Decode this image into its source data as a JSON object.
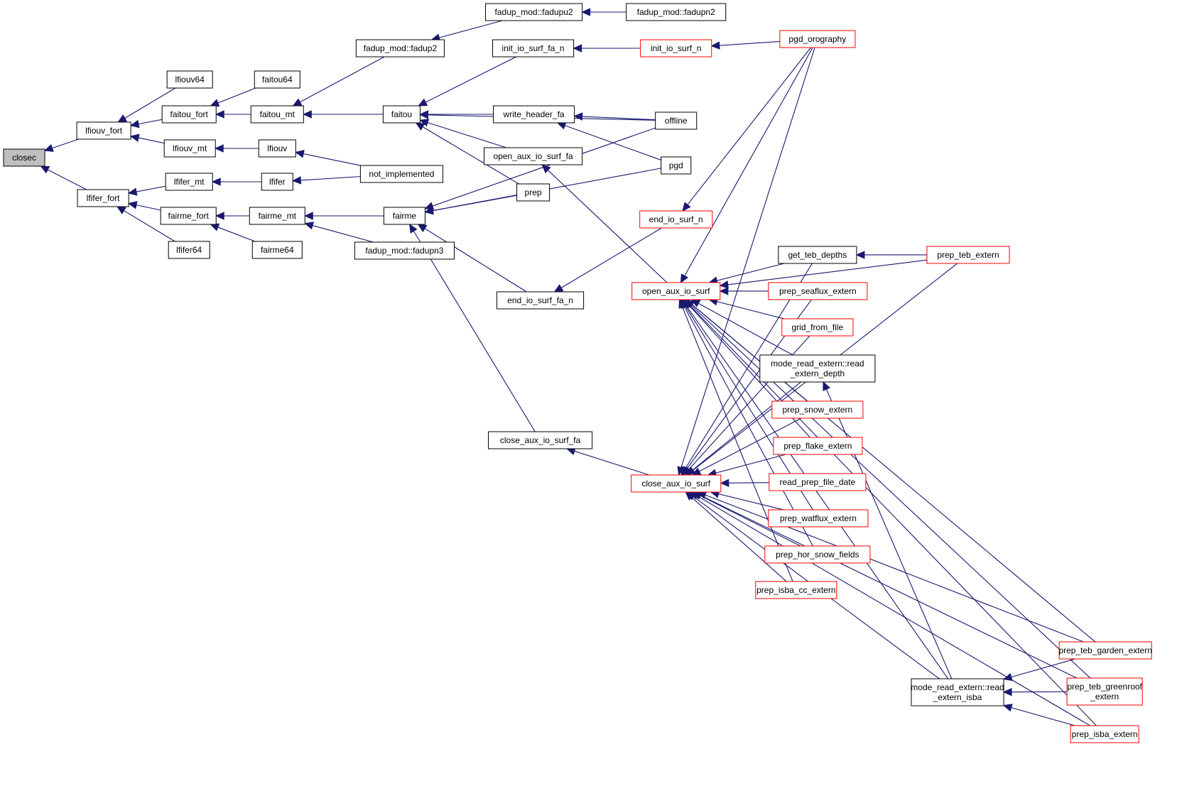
{
  "graph": {
    "type": "caller-graph",
    "root": "closec",
    "edge_color": "#191970",
    "node_border_default": "#000000",
    "node_border_truncated": "#ff0000",
    "root_fill": "#bfbfbf",
    "nodes": [
      {
        "id": "closec",
        "label": [
          "closec"
        ],
        "style": "root"
      },
      {
        "id": "lfiouv_fort",
        "label": [
          "lfiouv_fort"
        ],
        "style": "normal"
      },
      {
        "id": "lfifer_fort",
        "label": [
          "lfifer_fort"
        ],
        "style": "normal"
      },
      {
        "id": "lfiouv64",
        "label": [
          "lfiouv64"
        ],
        "style": "normal"
      },
      {
        "id": "faitou_fort",
        "label": [
          "faitou_fort"
        ],
        "style": "normal"
      },
      {
        "id": "lfiouv_mt",
        "label": [
          "lfiouv_mt"
        ],
        "style": "normal"
      },
      {
        "id": "lfifer_mt",
        "label": [
          "lfifer_mt"
        ],
        "style": "normal"
      },
      {
        "id": "fairme_fort",
        "label": [
          "fairme_fort"
        ],
        "style": "normal"
      },
      {
        "id": "lfifer64",
        "label": [
          "lfifer64"
        ],
        "style": "normal"
      },
      {
        "id": "faitou64",
        "label": [
          "faitou64"
        ],
        "style": "normal"
      },
      {
        "id": "faitou_mt",
        "label": [
          "faitou_mt"
        ],
        "style": "normal"
      },
      {
        "id": "lfiouv",
        "label": [
          "lfiouv"
        ],
        "style": "normal"
      },
      {
        "id": "lfifer",
        "label": [
          "lfifer"
        ],
        "style": "normal"
      },
      {
        "id": "fairme_mt",
        "label": [
          "fairme_mt"
        ],
        "style": "normal"
      },
      {
        "id": "fairme64",
        "label": [
          "fairme64"
        ],
        "style": "normal"
      },
      {
        "id": "fadup2",
        "label": [
          "fadup_mod::fadup2"
        ],
        "style": "normal"
      },
      {
        "id": "faitou",
        "label": [
          "faitou"
        ],
        "style": "normal"
      },
      {
        "id": "not_implemented",
        "label": [
          "not_implemented"
        ],
        "style": "normal"
      },
      {
        "id": "fairme",
        "label": [
          "fairme"
        ],
        "style": "normal"
      },
      {
        "id": "fadupn3",
        "label": [
          "fadup_mod::fadupn3"
        ],
        "style": "normal"
      },
      {
        "id": "fadupu2",
        "label": [
          "fadup_mod::fadupu2"
        ],
        "style": "normal"
      },
      {
        "id": "fadupn2",
        "label": [
          "fadup_mod::fadupn2"
        ],
        "style": "normal"
      },
      {
        "id": "init_io_surf_fa_n",
        "label": [
          "init_io_surf_fa_n"
        ],
        "style": "normal"
      },
      {
        "id": "write_header_fa",
        "label": [
          "write_header_fa"
        ],
        "style": "normal"
      },
      {
        "id": "open_aux_io_surf_fa",
        "label": [
          "open_aux_io_surf_fa"
        ],
        "style": "normal"
      },
      {
        "id": "prep",
        "label": [
          "prep"
        ],
        "style": "normal"
      },
      {
        "id": "end_io_surf_fa_n",
        "label": [
          "end_io_surf_fa_n"
        ],
        "style": "normal"
      },
      {
        "id": "close_aux_io_surf_fa",
        "label": [
          "close_aux_io_surf_fa"
        ],
        "style": "normal"
      },
      {
        "id": "init_io_surf_n",
        "label": [
          "init_io_surf_n"
        ],
        "style": "truncated"
      },
      {
        "id": "offline",
        "label": [
          "offline"
        ],
        "style": "normal"
      },
      {
        "id": "pgd",
        "label": [
          "pgd"
        ],
        "style": "normal"
      },
      {
        "id": "end_io_surf_n",
        "label": [
          "end_io_surf_n"
        ],
        "style": "truncated"
      },
      {
        "id": "open_aux_io_surf",
        "label": [
          "open_aux_io_surf"
        ],
        "style": "truncated"
      },
      {
        "id": "close_aux_io_surf",
        "label": [
          "close_aux_io_surf"
        ],
        "style": "truncated"
      },
      {
        "id": "pgd_orography",
        "label": [
          "pgd_orography"
        ],
        "style": "truncated"
      },
      {
        "id": "get_teb_depths",
        "label": [
          "get_teb_depths"
        ],
        "style": "normal"
      },
      {
        "id": "prep_seaflux_extern",
        "label": [
          "prep_seaflux_extern"
        ],
        "style": "truncated"
      },
      {
        "id": "grid_from_file",
        "label": [
          "grid_from_file"
        ],
        "style": "truncated"
      },
      {
        "id": "read_extern_depth",
        "label": [
          "mode_read_extern::read",
          "_extern_depth"
        ],
        "style": "normal"
      },
      {
        "id": "prep_snow_extern",
        "label": [
          "prep_snow_extern"
        ],
        "style": "truncated"
      },
      {
        "id": "prep_flake_extern",
        "label": [
          "prep_flake_extern"
        ],
        "style": "truncated"
      },
      {
        "id": "read_prep_file_date",
        "label": [
          "read_prep_file_date"
        ],
        "style": "truncated"
      },
      {
        "id": "prep_watflux_extern",
        "label": [
          "prep_watflux_extern"
        ],
        "style": "truncated"
      },
      {
        "id": "prep_hor_snow_fields",
        "label": [
          "prep_hor_snow_fields"
        ],
        "style": "truncated"
      },
      {
        "id": "prep_isba_cc_extern",
        "label": [
          "prep_isba_cc_extern"
        ],
        "style": "truncated"
      },
      {
        "id": "read_extern_isba",
        "label": [
          "mode_read_extern::read",
          "_extern_isba"
        ],
        "style": "normal"
      },
      {
        "id": "prep_teb_extern",
        "label": [
          "prep_teb_extern"
        ],
        "style": "truncated"
      },
      {
        "id": "prep_teb_garden_extern",
        "label": [
          "prep_teb_garden_extern"
        ],
        "style": "truncated"
      },
      {
        "id": "prep_teb_greenroof_extern",
        "label": [
          "prep_teb_greenroof",
          "_extern"
        ],
        "style": "truncated"
      },
      {
        "id": "prep_isba_extern",
        "label": [
          "prep_isba_extern"
        ],
        "style": "truncated"
      }
    ],
    "edges": [
      [
        "lfiouv_fort",
        "closec"
      ],
      [
        "lfifer_fort",
        "closec"
      ],
      [
        "lfiouv64",
        "lfiouv_fort"
      ],
      [
        "faitou_fort",
        "lfiouv_fort"
      ],
      [
        "lfiouv_mt",
        "lfiouv_fort"
      ],
      [
        "lfifer_mt",
        "lfifer_fort"
      ],
      [
        "fairme_fort",
        "lfifer_fort"
      ],
      [
        "lfifer64",
        "lfifer_fort"
      ],
      [
        "faitou64",
        "faitou_fort"
      ],
      [
        "faitou_mt",
        "faitou_fort"
      ],
      [
        "lfiouv",
        "lfiouv_mt"
      ],
      [
        "lfifer",
        "lfifer_mt"
      ],
      [
        "fairme_mt",
        "fairme_fort"
      ],
      [
        "fairme64",
        "fairme_fort"
      ],
      [
        "fadup2",
        "faitou_mt"
      ],
      [
        "faitou",
        "faitou_mt"
      ],
      [
        "not_implemented",
        "lfiouv"
      ],
      [
        "not_implemented",
        "lfifer"
      ],
      [
        "fairme",
        "fairme_mt"
      ],
      [
        "fadupn3",
        "fairme_mt"
      ],
      [
        "fadupu2",
        "fadup2"
      ],
      [
        "fadupn2",
        "fadupu2"
      ],
      [
        "init_io_surf_fa_n",
        "faitou"
      ],
      [
        "write_header_fa",
        "faitou"
      ],
      [
        "open_aux_io_surf_fa",
        "faitou"
      ],
      [
        "prep",
        "faitou"
      ],
      [
        "offline",
        "faitou"
      ],
      [
        "prep",
        "fairme"
      ],
      [
        "offline",
        "fairme"
      ],
      [
        "pgd",
        "fairme"
      ],
      [
        "end_io_surf_fa_n",
        "fairme"
      ],
      [
        "close_aux_io_surf_fa",
        "fairme"
      ],
      [
        "init_io_surf_n",
        "init_io_surf_fa_n"
      ],
      [
        "offline",
        "write_header_fa"
      ],
      [
        "pgd",
        "write_header_fa"
      ],
      [
        "open_aux_io_surf",
        "open_aux_io_surf_fa"
      ],
      [
        "end_io_surf_n",
        "end_io_surf_fa_n"
      ],
      [
        "close_aux_io_surf",
        "close_aux_io_surf_fa"
      ],
      [
        "pgd_orography",
        "init_io_surf_n"
      ],
      [
        "pgd_orography",
        "end_io_surf_n"
      ],
      [
        "pgd_orography",
        "open_aux_io_surf"
      ],
      [
        "get_teb_depths",
        "open_aux_io_surf"
      ],
      [
        "prep_seaflux_extern",
        "open_aux_io_surf"
      ],
      [
        "grid_from_file",
        "open_aux_io_surf"
      ],
      [
        "read_extern_depth",
        "open_aux_io_surf"
      ],
      [
        "prep_snow_extern",
        "open_aux_io_surf"
      ],
      [
        "prep_flake_extern",
        "open_aux_io_surf"
      ],
      [
        "prep_watflux_extern",
        "open_aux_io_surf"
      ],
      [
        "prep_hor_snow_fields",
        "open_aux_io_surf"
      ],
      [
        "prep_isba_cc_extern",
        "open_aux_io_surf"
      ],
      [
        "read_extern_isba",
        "open_aux_io_surf"
      ],
      [
        "prep_teb_extern",
        "open_aux_io_surf"
      ],
      [
        "prep_teb_garden_extern",
        "open_aux_io_surf"
      ],
      [
        "prep_teb_greenroof_extern",
        "open_aux_io_surf"
      ],
      [
        "prep_isba_extern",
        "open_aux_io_surf"
      ],
      [
        "pgd_orography",
        "close_aux_io_surf"
      ],
      [
        "get_teb_depths",
        "close_aux_io_surf"
      ],
      [
        "prep_seaflux_extern",
        "close_aux_io_surf"
      ],
      [
        "grid_from_file",
        "close_aux_io_surf"
      ],
      [
        "read_extern_depth",
        "close_aux_io_surf"
      ],
      [
        "prep_snow_extern",
        "close_aux_io_surf"
      ],
      [
        "prep_flake_extern",
        "close_aux_io_surf"
      ],
      [
        "read_prep_file_date",
        "close_aux_io_surf"
      ],
      [
        "prep_watflux_extern",
        "close_aux_io_surf"
      ],
      [
        "prep_hor_snow_fields",
        "close_aux_io_surf"
      ],
      [
        "prep_isba_cc_extern",
        "close_aux_io_surf"
      ],
      [
        "read_extern_isba",
        "close_aux_io_surf"
      ],
      [
        "prep_teb_extern",
        "close_aux_io_surf"
      ],
      [
        "prep_teb_garden_extern",
        "close_aux_io_surf"
      ],
      [
        "prep_teb_greenroof_extern",
        "close_aux_io_surf"
      ],
      [
        "prep_isba_extern",
        "close_aux_io_surf"
      ],
      [
        "prep_teb_extern",
        "get_teb_depths"
      ],
      [
        "read_extern_isba",
        "read_extern_depth"
      ],
      [
        "prep_teb_garden_extern",
        "read_extern_isba"
      ],
      [
        "prep_teb_greenroof_extern",
        "read_extern_isba"
      ],
      [
        "prep_isba_extern",
        "read_extern_isba"
      ]
    ]
  }
}
